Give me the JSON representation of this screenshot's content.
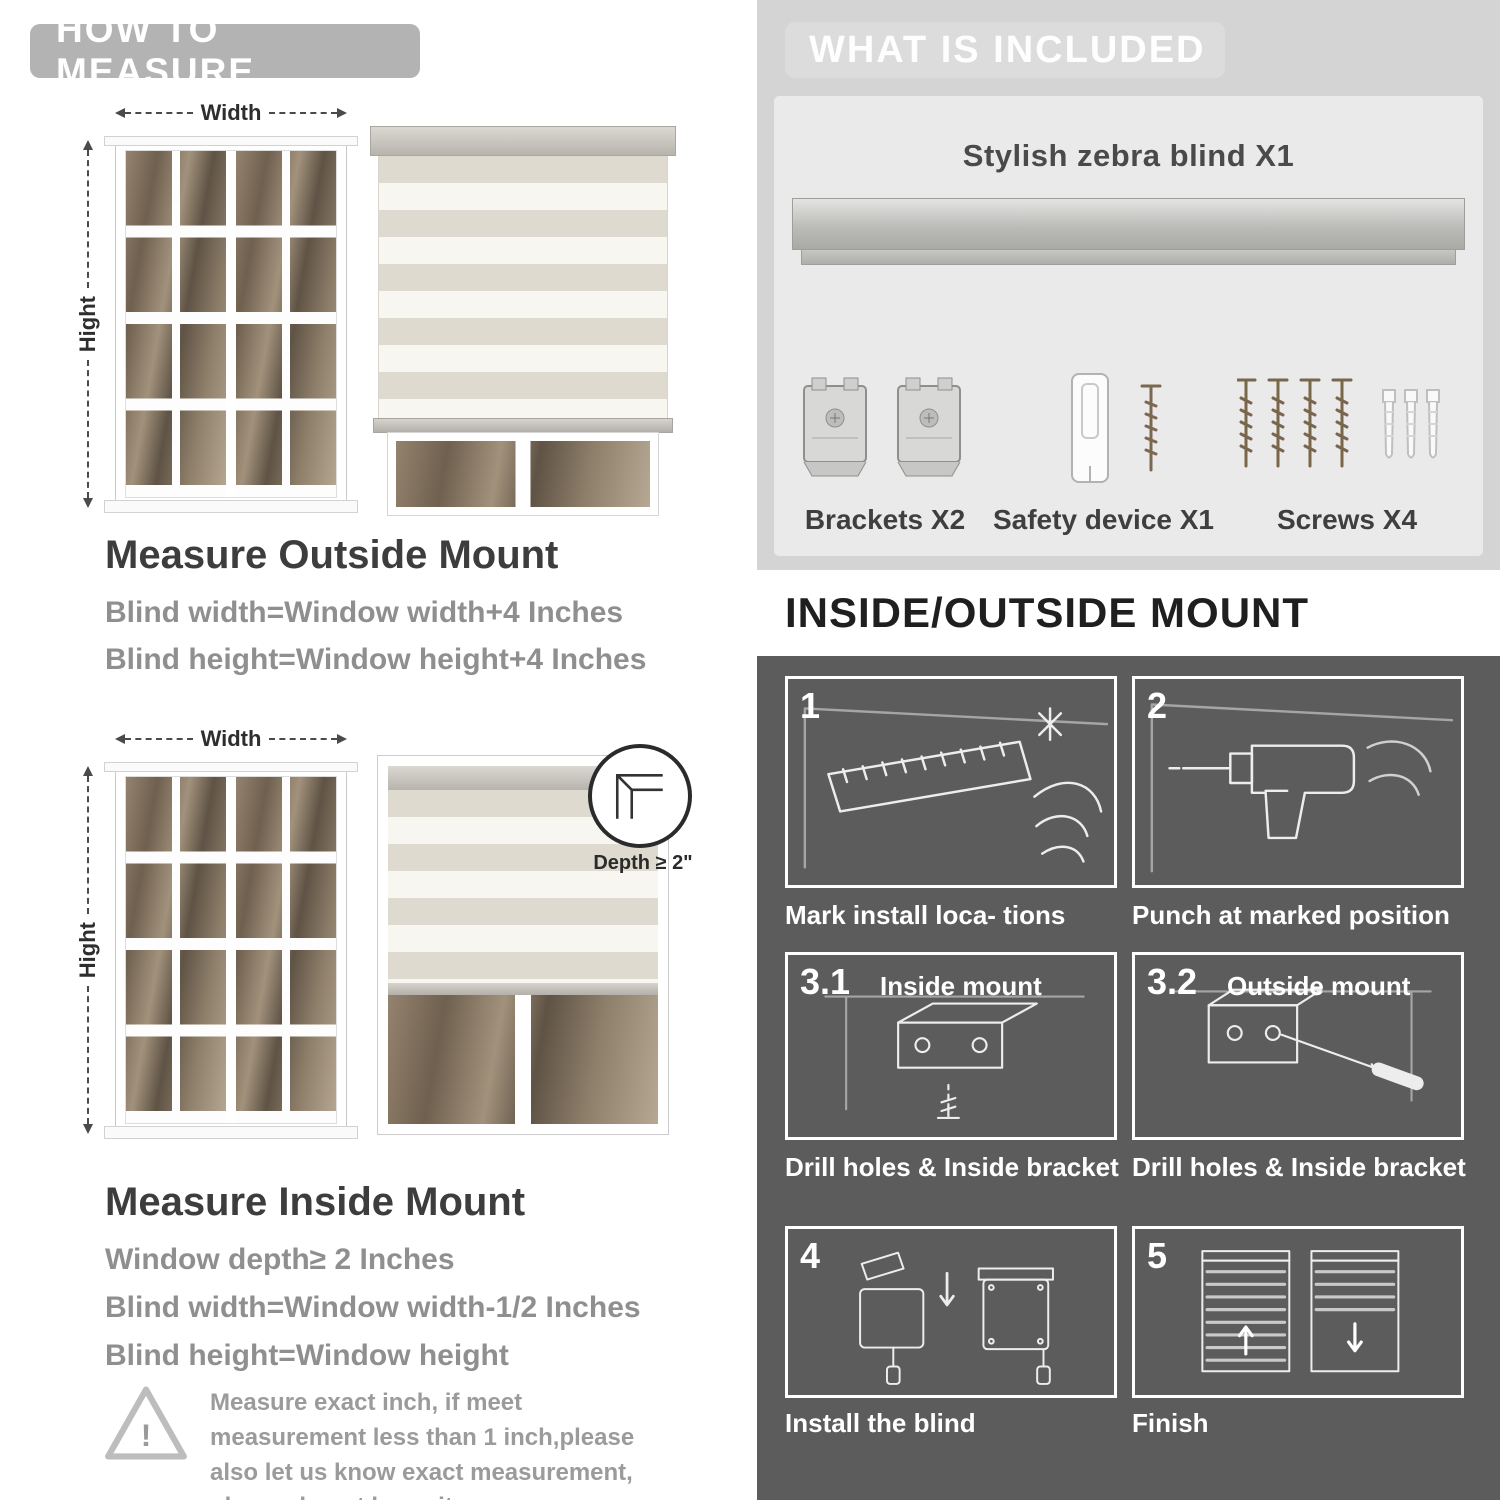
{
  "colors": {
    "left_header_pill": "#b3b3b3",
    "included_bg": "#d4d4d4",
    "mount_panel_bg": "#5c5c5c",
    "gray_text": "#8f8f8f",
    "heading_text": "#3d3d3d"
  },
  "left": {
    "header": "HOW TO MEASURE",
    "outside": {
      "width_label": "Width",
      "height_label": "Hight",
      "title": "Measure Outside Mount",
      "lines": [
        "Blind width=Window width+4 Inches",
        "Blind height=Window height+4 Inches"
      ]
    },
    "inside": {
      "width_label": "Width",
      "height_label": "Hight",
      "depth_note": "Depth ≥ 2\"",
      "title": "Measure Inside Mount",
      "lines": [
        "Window depth≥ 2 Inches",
        "Blind width=Window width-1/2 Inches",
        "Blind height=Window height"
      ]
    },
    "warning_text": "Measure exact inch, if meet measurement less than 1 inch,please also let us know exact measurement, please do not leave it"
  },
  "right": {
    "included": {
      "header": "WHAT IS INCLUDED",
      "blind_label": "Stylish zebra blind X1",
      "item_labels": [
        "Brackets X2",
        "Safety device X1",
        "Screws X4"
      ]
    },
    "mount": {
      "header": "INSIDE/OUTSIDE MOUNT",
      "steps": [
        {
          "num": "1",
          "caption": "Mark install loca- tions"
        },
        {
          "num": "2",
          "caption": "Punch at  marked position"
        },
        {
          "num": "3.1",
          "label": "Inside mount",
          "caption": "Drill holes &  Inside bracket"
        },
        {
          "num": "3.2",
          "label": "Outside mount",
          "caption": "Drill holes &  Inside bracket"
        },
        {
          "num": "4",
          "caption": "Install the blind"
        },
        {
          "num": "5",
          "caption": "Finish"
        }
      ]
    }
  }
}
